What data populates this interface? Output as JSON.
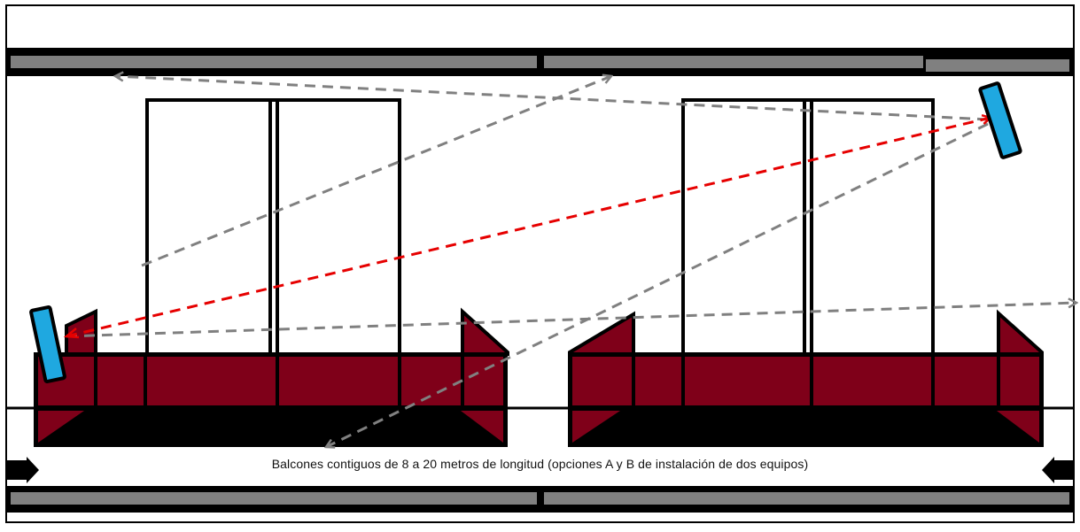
{
  "diagram": {
    "caption": "Balcones contiguos de 8 a 20 metros de longitud (opciones A y B de instalación de dos equipos)",
    "colors": {
      "balcony_fill": "#7f0019",
      "frame": "#000000",
      "rail": "#808080",
      "device": "#1fa8e0",
      "beam_primary": "#e60000",
      "beam_secondary": "#808080"
    },
    "elements": {
      "balconies": [
        "balcony-left",
        "balcony-right"
      ],
      "devices": [
        "device-left",
        "device-right"
      ],
      "arrows": [
        "arrow-entry-left",
        "arrow-entry-right"
      ]
    }
  }
}
